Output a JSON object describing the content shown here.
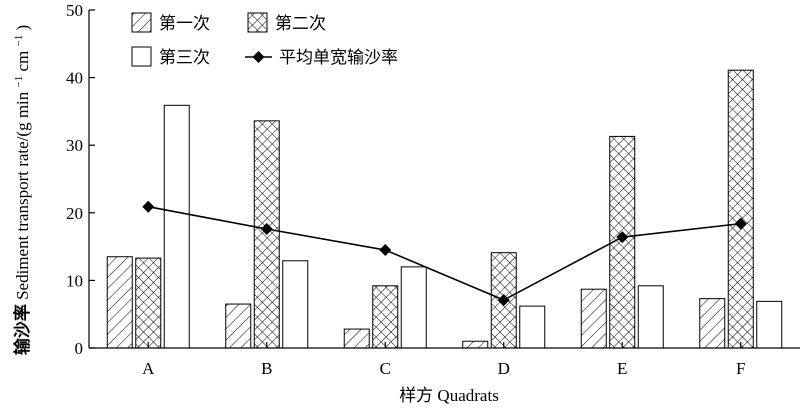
{
  "chart_data": {
    "type": "bar",
    "categories": [
      "A",
      "B",
      "C",
      "D",
      "E",
      "F"
    ],
    "series": [
      {
        "name": "第一次",
        "values": [
          13.5,
          6.5,
          2.8,
          1.0,
          8.7,
          7.3
        ],
        "pattern": "diagonal"
      },
      {
        "name": "第二次",
        "values": [
          13.3,
          33.6,
          9.2,
          14.1,
          31.3,
          41.1
        ],
        "pattern": "crosshatch"
      },
      {
        "name": "第三次",
        "values": [
          35.9,
          12.9,
          12.0,
          6.2,
          9.2,
          6.9
        ],
        "pattern": "none"
      }
    ],
    "line_series": {
      "name": "平均单宽输沙率",
      "values": [
        20.9,
        17.6,
        14.5,
        7.1,
        16.4,
        18.4
      ],
      "marker": "diamond"
    },
    "xlabel": "样方 Quadrats",
    "ylabel_cn": "输沙率",
    "ylabel_en": "Sediment transport rate/(g min",
    "ylabel_sup1": "−1",
    "ylabel_mid": " cm",
    "ylabel_sup2": "−1",
    "ylabel_end": ")",
    "ylim": [
      0,
      50
    ],
    "yticks": [
      0,
      10,
      20,
      30,
      40,
      50
    ],
    "grid": false,
    "legend_position": "top-left"
  }
}
